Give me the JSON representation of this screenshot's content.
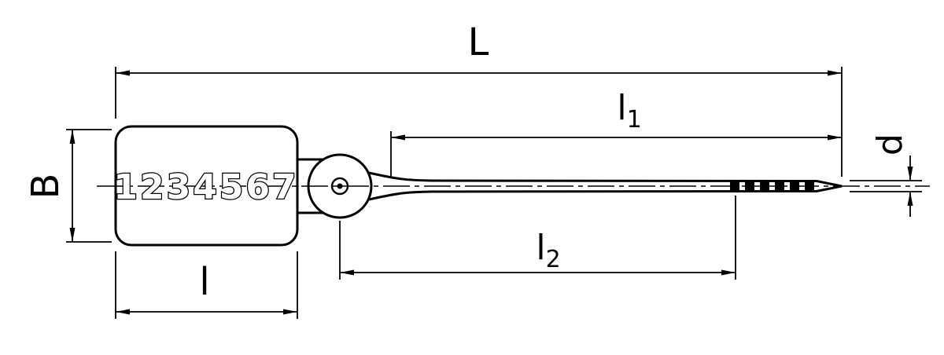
{
  "drawing": {
    "type_note": "technical drawing of a pull-tight security seal",
    "serial_number": "1234567",
    "dimensions": {
      "overall_length_label": "L",
      "free_length_base": "l",
      "free_length_sub": "1",
      "working_length_base": "l",
      "working_length_sub": "2",
      "tag_length_label": "l",
      "tag_height_label": "B",
      "strap_diameter_label": "d"
    },
    "colors": {
      "line": "#000000",
      "background": "#ffffff"
    }
  }
}
